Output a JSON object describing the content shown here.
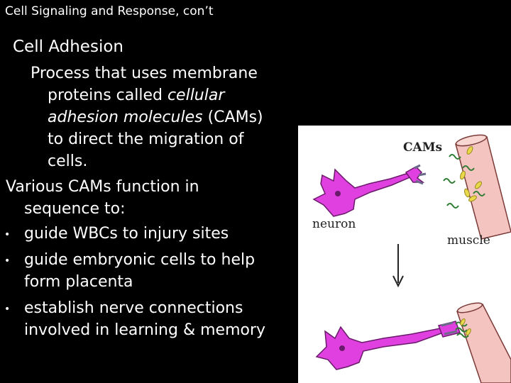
{
  "slide": {
    "title": "Cell Signaling and Response, con’t"
  },
  "content": {
    "heading": "Cell Adhesion",
    "definition_lines": [
      "Process that uses membrane",
      "proteins called ",
      "cellular",
      "adhesion molecules",
      " (CAMs)",
      "to direct the migration of",
      "cells."
    ],
    "intro_lines": [
      "Various CAMs function in",
      "sequence to:"
    ],
    "bullets": [
      {
        "lines": [
          "guide WBCs to injury sites"
        ]
      },
      {
        "lines": [
          "guide embryonic cells to help",
          "form placenta"
        ]
      },
      {
        "lines": [
          "establish nerve connections",
          "involved in learning & memory"
        ]
      }
    ],
    "bullet_symbol": "•"
  },
  "figure": {
    "label_cams": "CAMs",
    "label_neuron": "neuron",
    "label_muscle": "muscle"
  },
  "colors": {
    "background": "#000000",
    "text": "#ffffff",
    "neuron": "#e040e0",
    "muscle": "#f4c4c0"
  }
}
